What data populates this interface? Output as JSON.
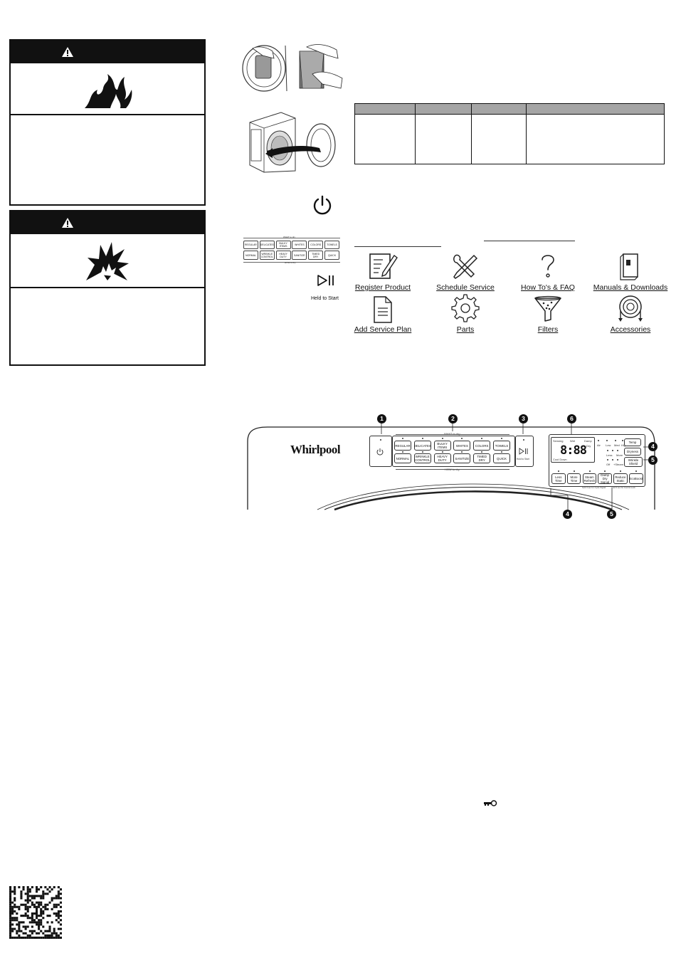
{
  "controls_strip": {
    "hold_to_start": "Held to Start",
    "what_label": "WHAT to dry",
    "how_label": "HOW to dry",
    "top_cycles": [
      "REGULAR",
      "DELICATES",
      "BULKY ITEMS",
      "WHITES",
      "COLORS",
      "TOWELS"
    ],
    "bottom_cycles": [
      "NORMAL",
      "WRINKLE CONTROL",
      "HEAVY DUTY",
      "SANITIZE",
      "TIMED DRY",
      "QUICK"
    ]
  },
  "links": [
    {
      "label": "Register Product",
      "icon": "register-icon"
    },
    {
      "label": "Schedule Service",
      "icon": "tools-icon"
    },
    {
      "label": "How To's & FAQ",
      "icon": "question-icon"
    },
    {
      "label": "Manuals & Downloads",
      "icon": "manual-icon"
    },
    {
      "label": "Add Service Plan",
      "icon": "document-icon"
    },
    {
      "label": "Parts",
      "icon": "gear-icon"
    },
    {
      "label": "Filters",
      "icon": "filter-icon"
    },
    {
      "label": "Accessories",
      "icon": "hose-icon"
    }
  ],
  "panel": {
    "brand": "Whirlpool",
    "callouts": [
      "1",
      "2",
      "3",
      "6",
      "4",
      "5",
      "4",
      "5"
    ],
    "what_label": "WHAT to dry",
    "how_label": "HOW to dry",
    "hold_to_start": "Hold to Start",
    "display": "8:88",
    "status_labels": [
      "Sensing",
      "Wet",
      "Damp",
      "Dry",
      "Cool Down"
    ],
    "temp_labels": [
      "Air",
      "Low",
      "Med",
      "High"
    ],
    "dryness_labels": [
      "Less",
      "More"
    ],
    "wrinkle_labels": [
      "Off",
      "+Steam"
    ],
    "right_buttons": [
      "Temp",
      "Dryness",
      "Wrinkle Shield"
    ],
    "bottom_buttons": [
      "Less Time",
      "More Time",
      "Steam Refresh",
      "Damp Dry Signal",
      "Reduce Static",
      "EcoBoost"
    ],
    "hold_notes": [
      "hold 3 sec for Cycle Signal",
      "Hold 3 sec for Control Lock"
    ]
  }
}
